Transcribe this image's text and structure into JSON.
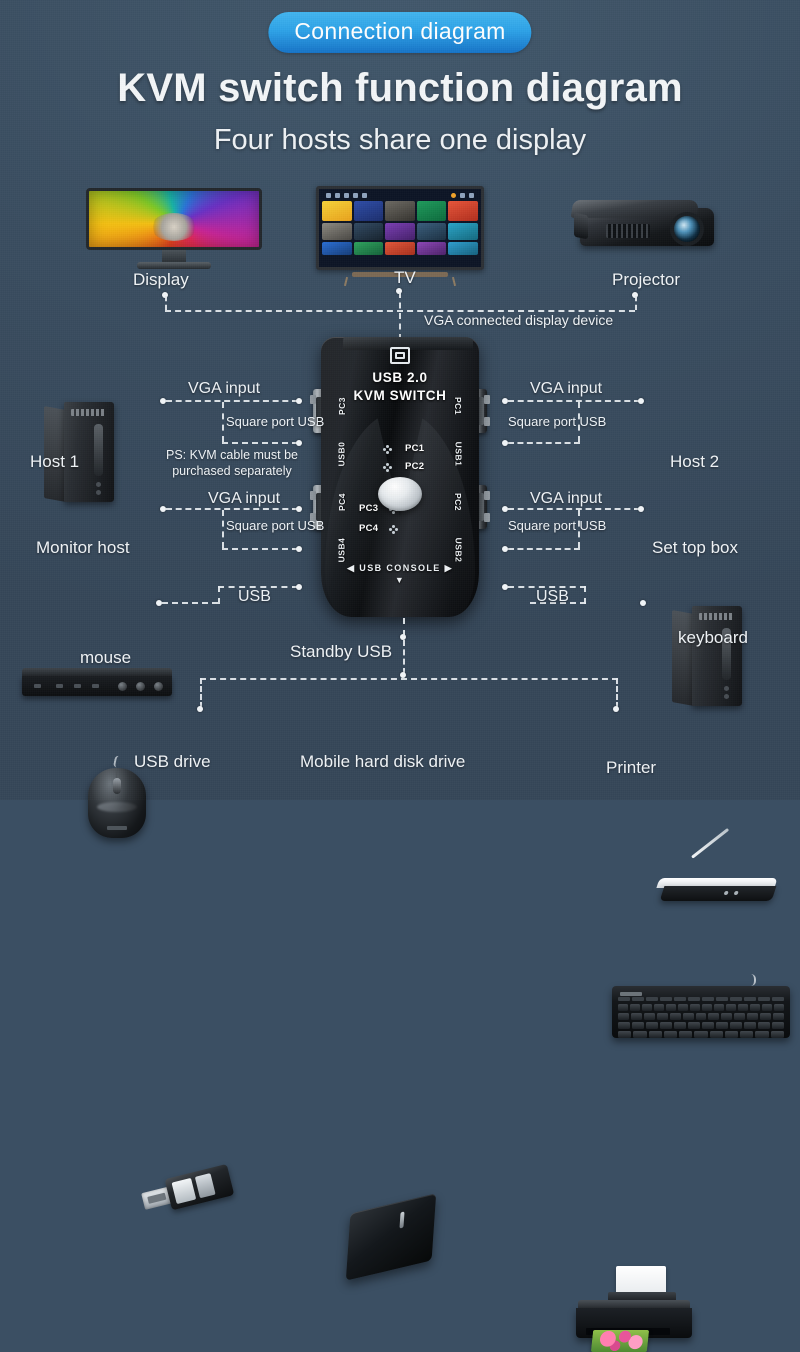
{
  "header": {
    "badge": "Connection diagram",
    "title": "KVM switch function diagram",
    "subtitle": "Four hosts share one display"
  },
  "theme": {
    "background": "#3a4d60",
    "badge_color": "#2ea3e8",
    "text_color": "#f0f4f7",
    "line_color": "#e9eef2"
  },
  "display_devices": {
    "group_label": "VGA connected display device",
    "items": [
      {
        "label": "Display",
        "icon": "monitor-icon"
      },
      {
        "label": "TV",
        "icon": "tv-icon"
      },
      {
        "label": "Projector",
        "icon": "projector-icon"
      }
    ]
  },
  "hosts": {
    "left": [
      {
        "label": "Host 1",
        "icon": "pc-tower-icon"
      },
      {
        "label": "Monitor host",
        "icon": "dvr-icon"
      }
    ],
    "right": [
      {
        "label": "Host 2",
        "icon": "pc-tower-icon"
      },
      {
        "label": "Set top box",
        "icon": "set-top-box-icon"
      }
    ]
  },
  "peripherals": {
    "left": [
      {
        "label": "mouse",
        "icon": "mouse-icon"
      }
    ],
    "right": [
      {
        "label": "keyboard",
        "icon": "keyboard-icon"
      }
    ],
    "bottom": [
      {
        "label": "USB drive",
        "icon": "usb-flash-drive-icon"
      },
      {
        "label": "Mobile hard disk drive",
        "icon": "external-hard-disk-icon"
      },
      {
        "label": "Printer",
        "icon": "printer-icon"
      }
    ]
  },
  "connection_labels": {
    "vga_input": "VGA input",
    "square_port_usb": "Square port USB",
    "usb": "USB",
    "standby_usb": "Standby USB",
    "note": "PS: KVM cable must be purchased separately"
  },
  "kvm_switch": {
    "brand_line1": "USB 2.0",
    "brand_line2": "KVM SWITCH",
    "usb_symbol": "usb-icon",
    "ports_left": [
      "PC3",
      "USB0",
      "PC4",
      "USB4"
    ],
    "ports_right": [
      "PC1",
      "USB1",
      "PC2",
      "USB2"
    ],
    "indicators": [
      "PC1",
      "PC2",
      "PC3",
      "PC4"
    ],
    "select_button": "select-button",
    "console_label": "USB CONSOLE",
    "console_arrow_left": "◀",
    "console_arrow_right": "▶",
    "console_arrow_down": "▼"
  }
}
